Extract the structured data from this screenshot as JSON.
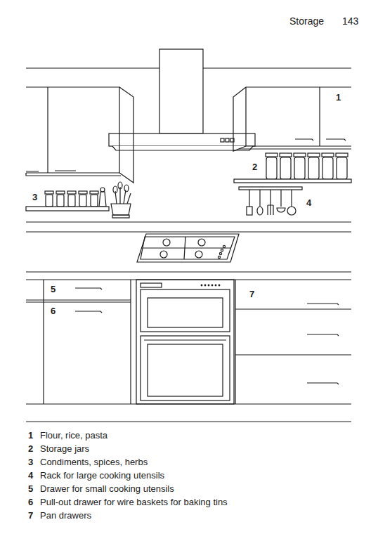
{
  "diagram": {
    "labels": [
      "Storage",
      "143",
      "1",
      "2",
      "3",
      "4",
      "5",
      "6",
      "7",
      "1",
      "Flour, rice, pasta",
      "2",
      "Storage jars",
      "3",
      "Condiments, spices, herbs",
      "4",
      "Rack for large cooking utensils",
      "5",
      "Drawer for small cooking utensils",
      "6",
      "Pull-out drawer for wire baskets for baking tins",
      "7",
      "Pan drawers"
    ]
  }
}
